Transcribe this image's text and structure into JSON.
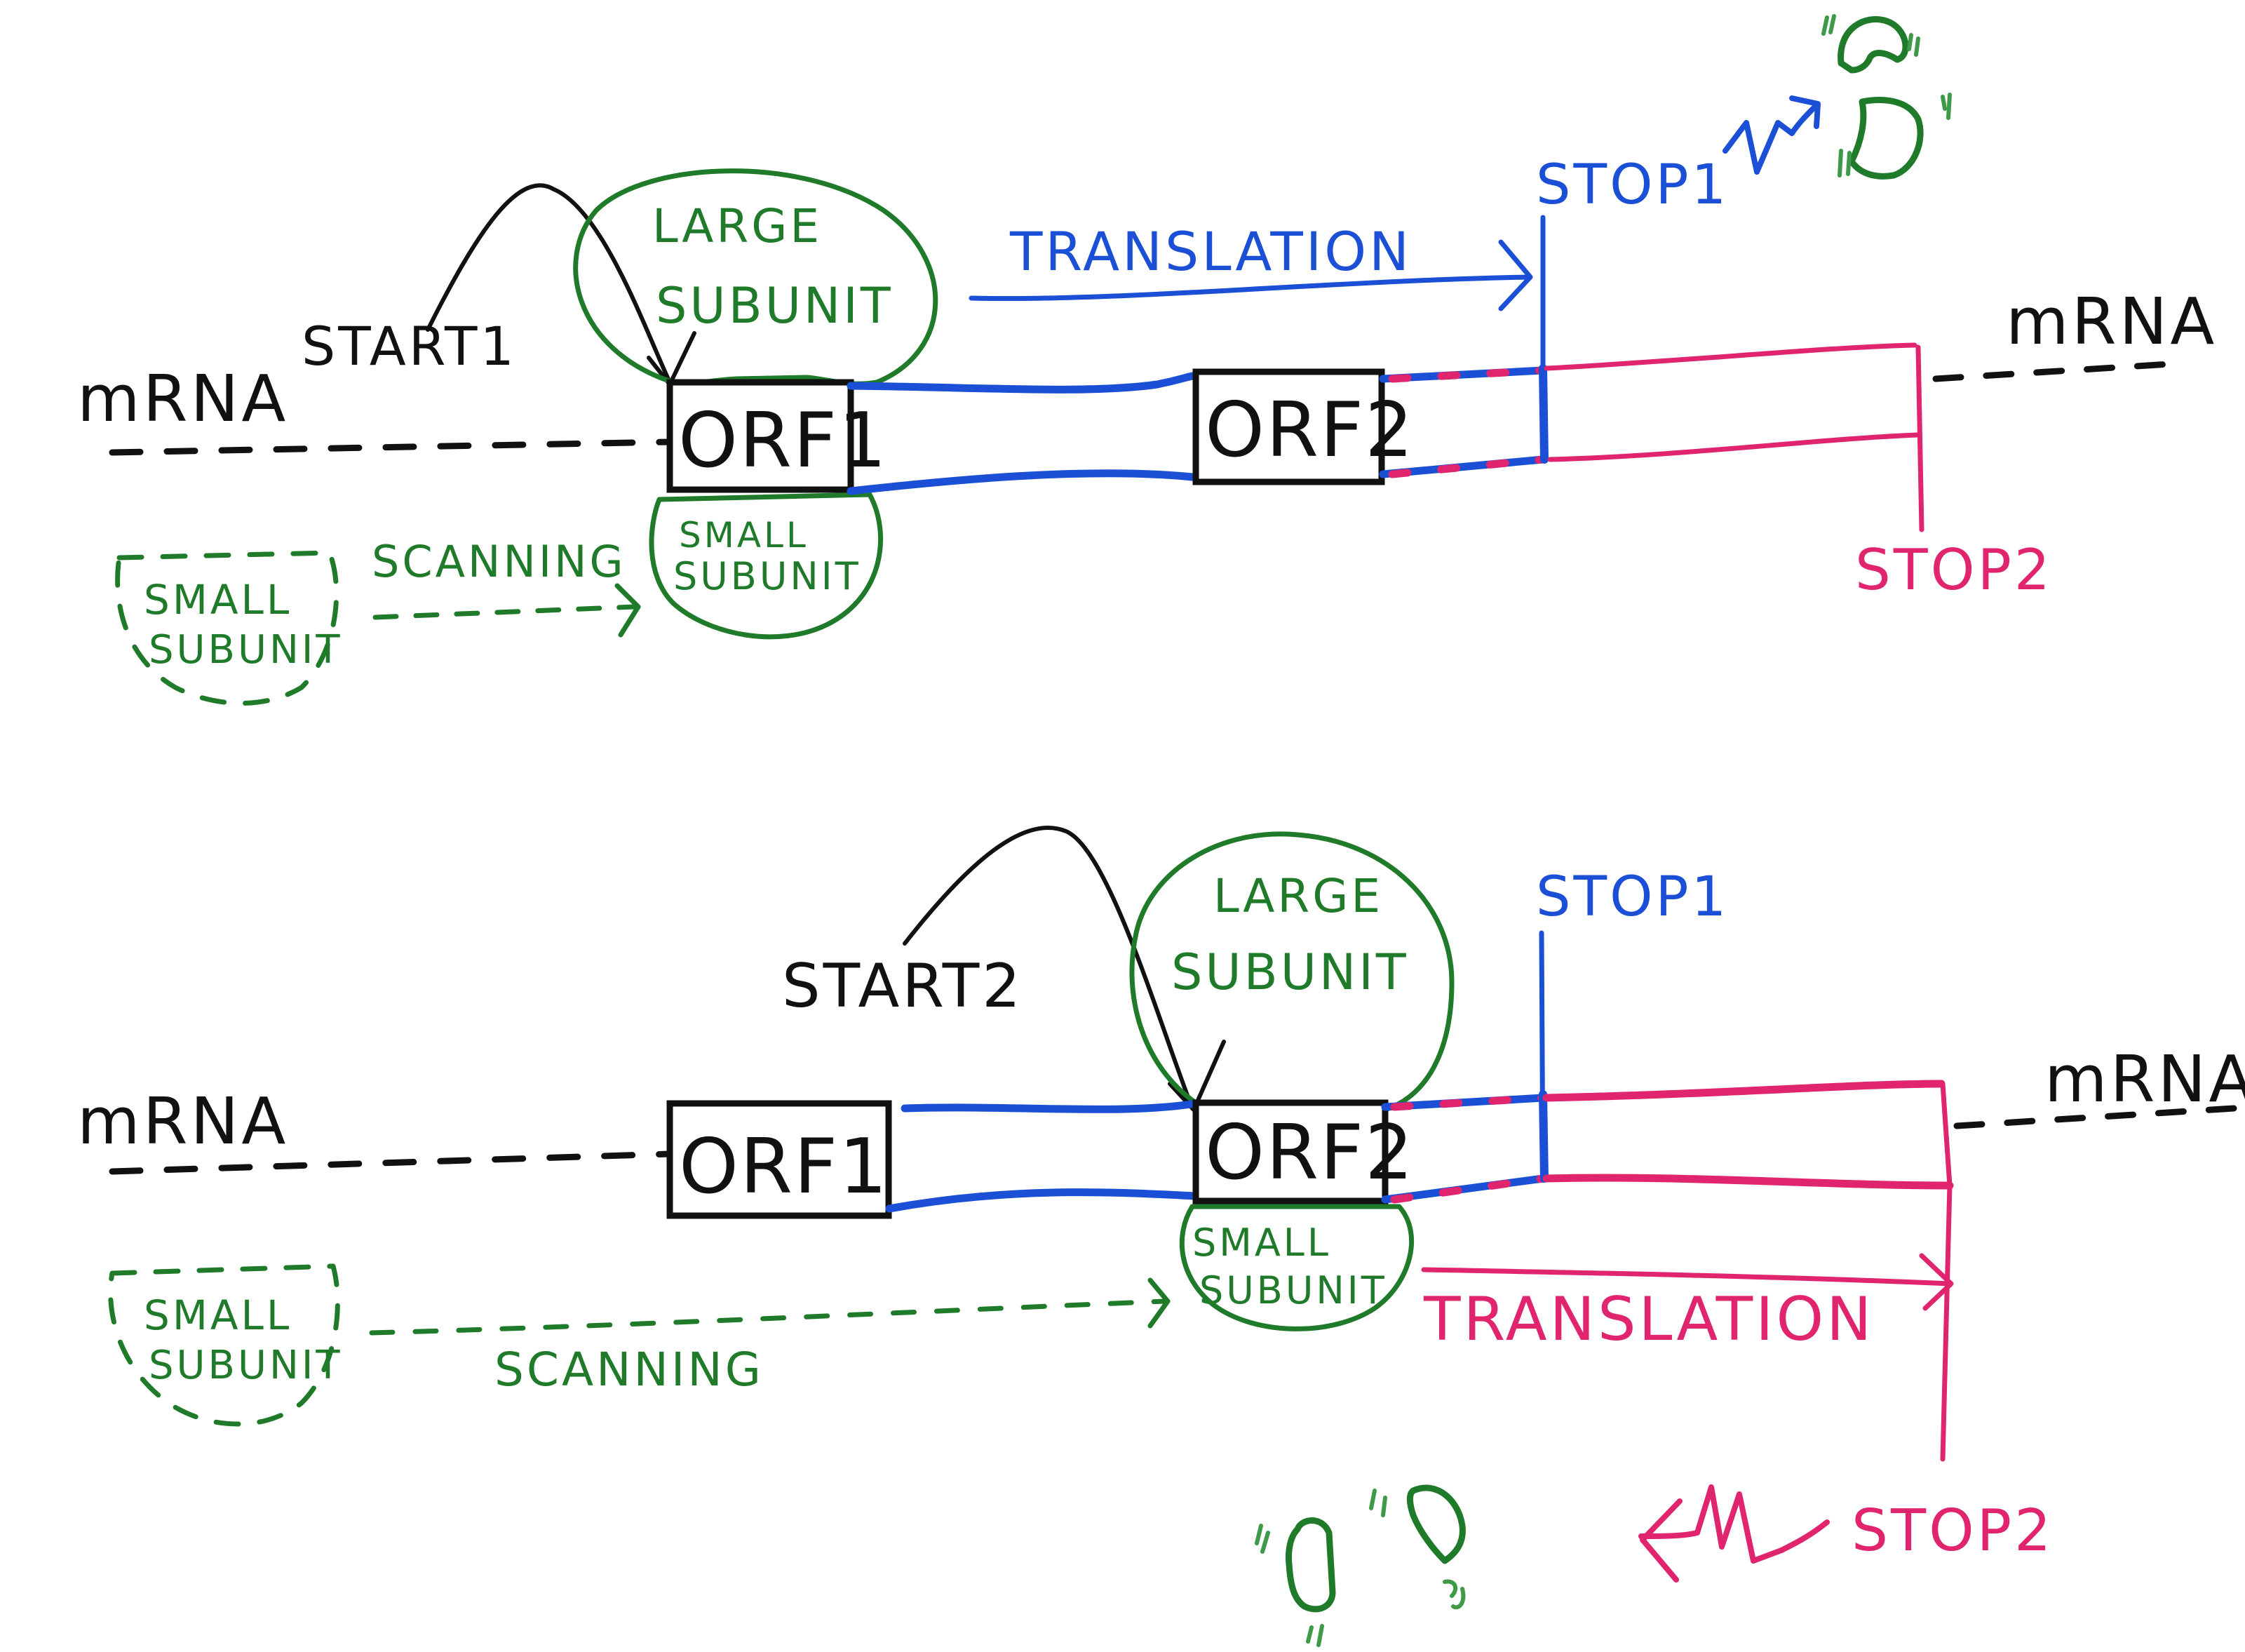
{
  "colors": {
    "mrna": "#111111",
    "orf1_translation": "#1a4fd6",
    "orf2_translation": "#e0246e",
    "ribosome": "#1f7a2a"
  },
  "panels": [
    {
      "id": "top",
      "description": "Translation initiates at START1 (ORF1) and terminates at STOP1",
      "mrna_left_label": "mRNA",
      "mrna_right_label": "mRNA",
      "start_label": "START1",
      "orf1_label": "ORF1",
      "orf2_label": "ORF2",
      "large_subunit_label": [
        "LARGE",
        "SUBUNIT"
      ],
      "small_subunit_bound_label": [
        "SMALL",
        "SUBUNIT"
      ],
      "small_subunit_free_label": [
        "SMALL",
        "SUBUNIT"
      ],
      "scanning_label": "SCANNING",
      "translation_label": "TRANSLATION",
      "stop1_label": "STOP1",
      "stop2_label": "STOP2",
      "released_subunits": "released ribosome subunits (after STOP1)"
    },
    {
      "id": "bottom",
      "description": "Translation initiates at START2 (ORF2) and terminates at STOP2",
      "mrna_left_label": "mRNA",
      "mrna_right_label": "mRNA",
      "start_label": "START2",
      "orf1_label": "ORF1",
      "orf2_label": "ORF2",
      "large_subunit_label": [
        "LARGE",
        "SUBUNIT"
      ],
      "small_subunit_bound_label": [
        "SMALL",
        "SUBUNIT"
      ],
      "small_subunit_free_label": [
        "SMALL",
        "SUBUNIT"
      ],
      "scanning_label": "SCANNING",
      "translation_label": "TRANSLATION",
      "stop1_label": "STOP1",
      "stop2_label": "STOP2",
      "released_subunits": "released ribosome subunits (after STOP2)"
    }
  ]
}
